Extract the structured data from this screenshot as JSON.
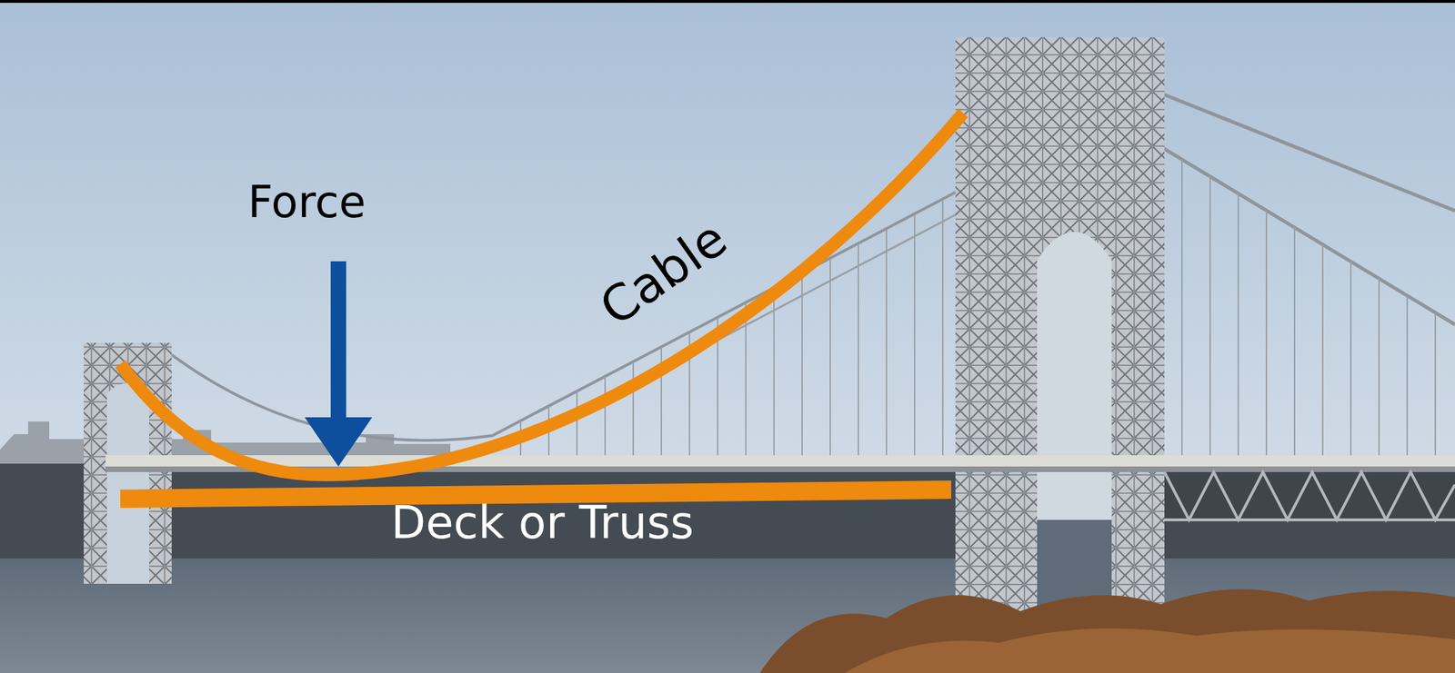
{
  "diagram": {
    "labels": [
      "Force",
      "Cable",
      "Deck or Truss"
    ]
  }
}
